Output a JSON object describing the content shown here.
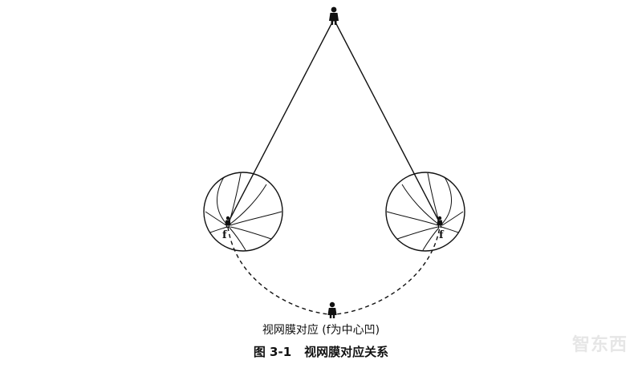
{
  "diagram": {
    "fovea_label_left": "f",
    "fovea_label_right": "f",
    "subcaption": "视网膜对应 (f为中心凹)",
    "caption_number": "图 3-1",
    "caption_title": "视网膜对应关系",
    "watermark": "智东西",
    "colors": {
      "line": "#111111",
      "background": "#ffffff",
      "watermark": "#e6e6e6"
    }
  }
}
